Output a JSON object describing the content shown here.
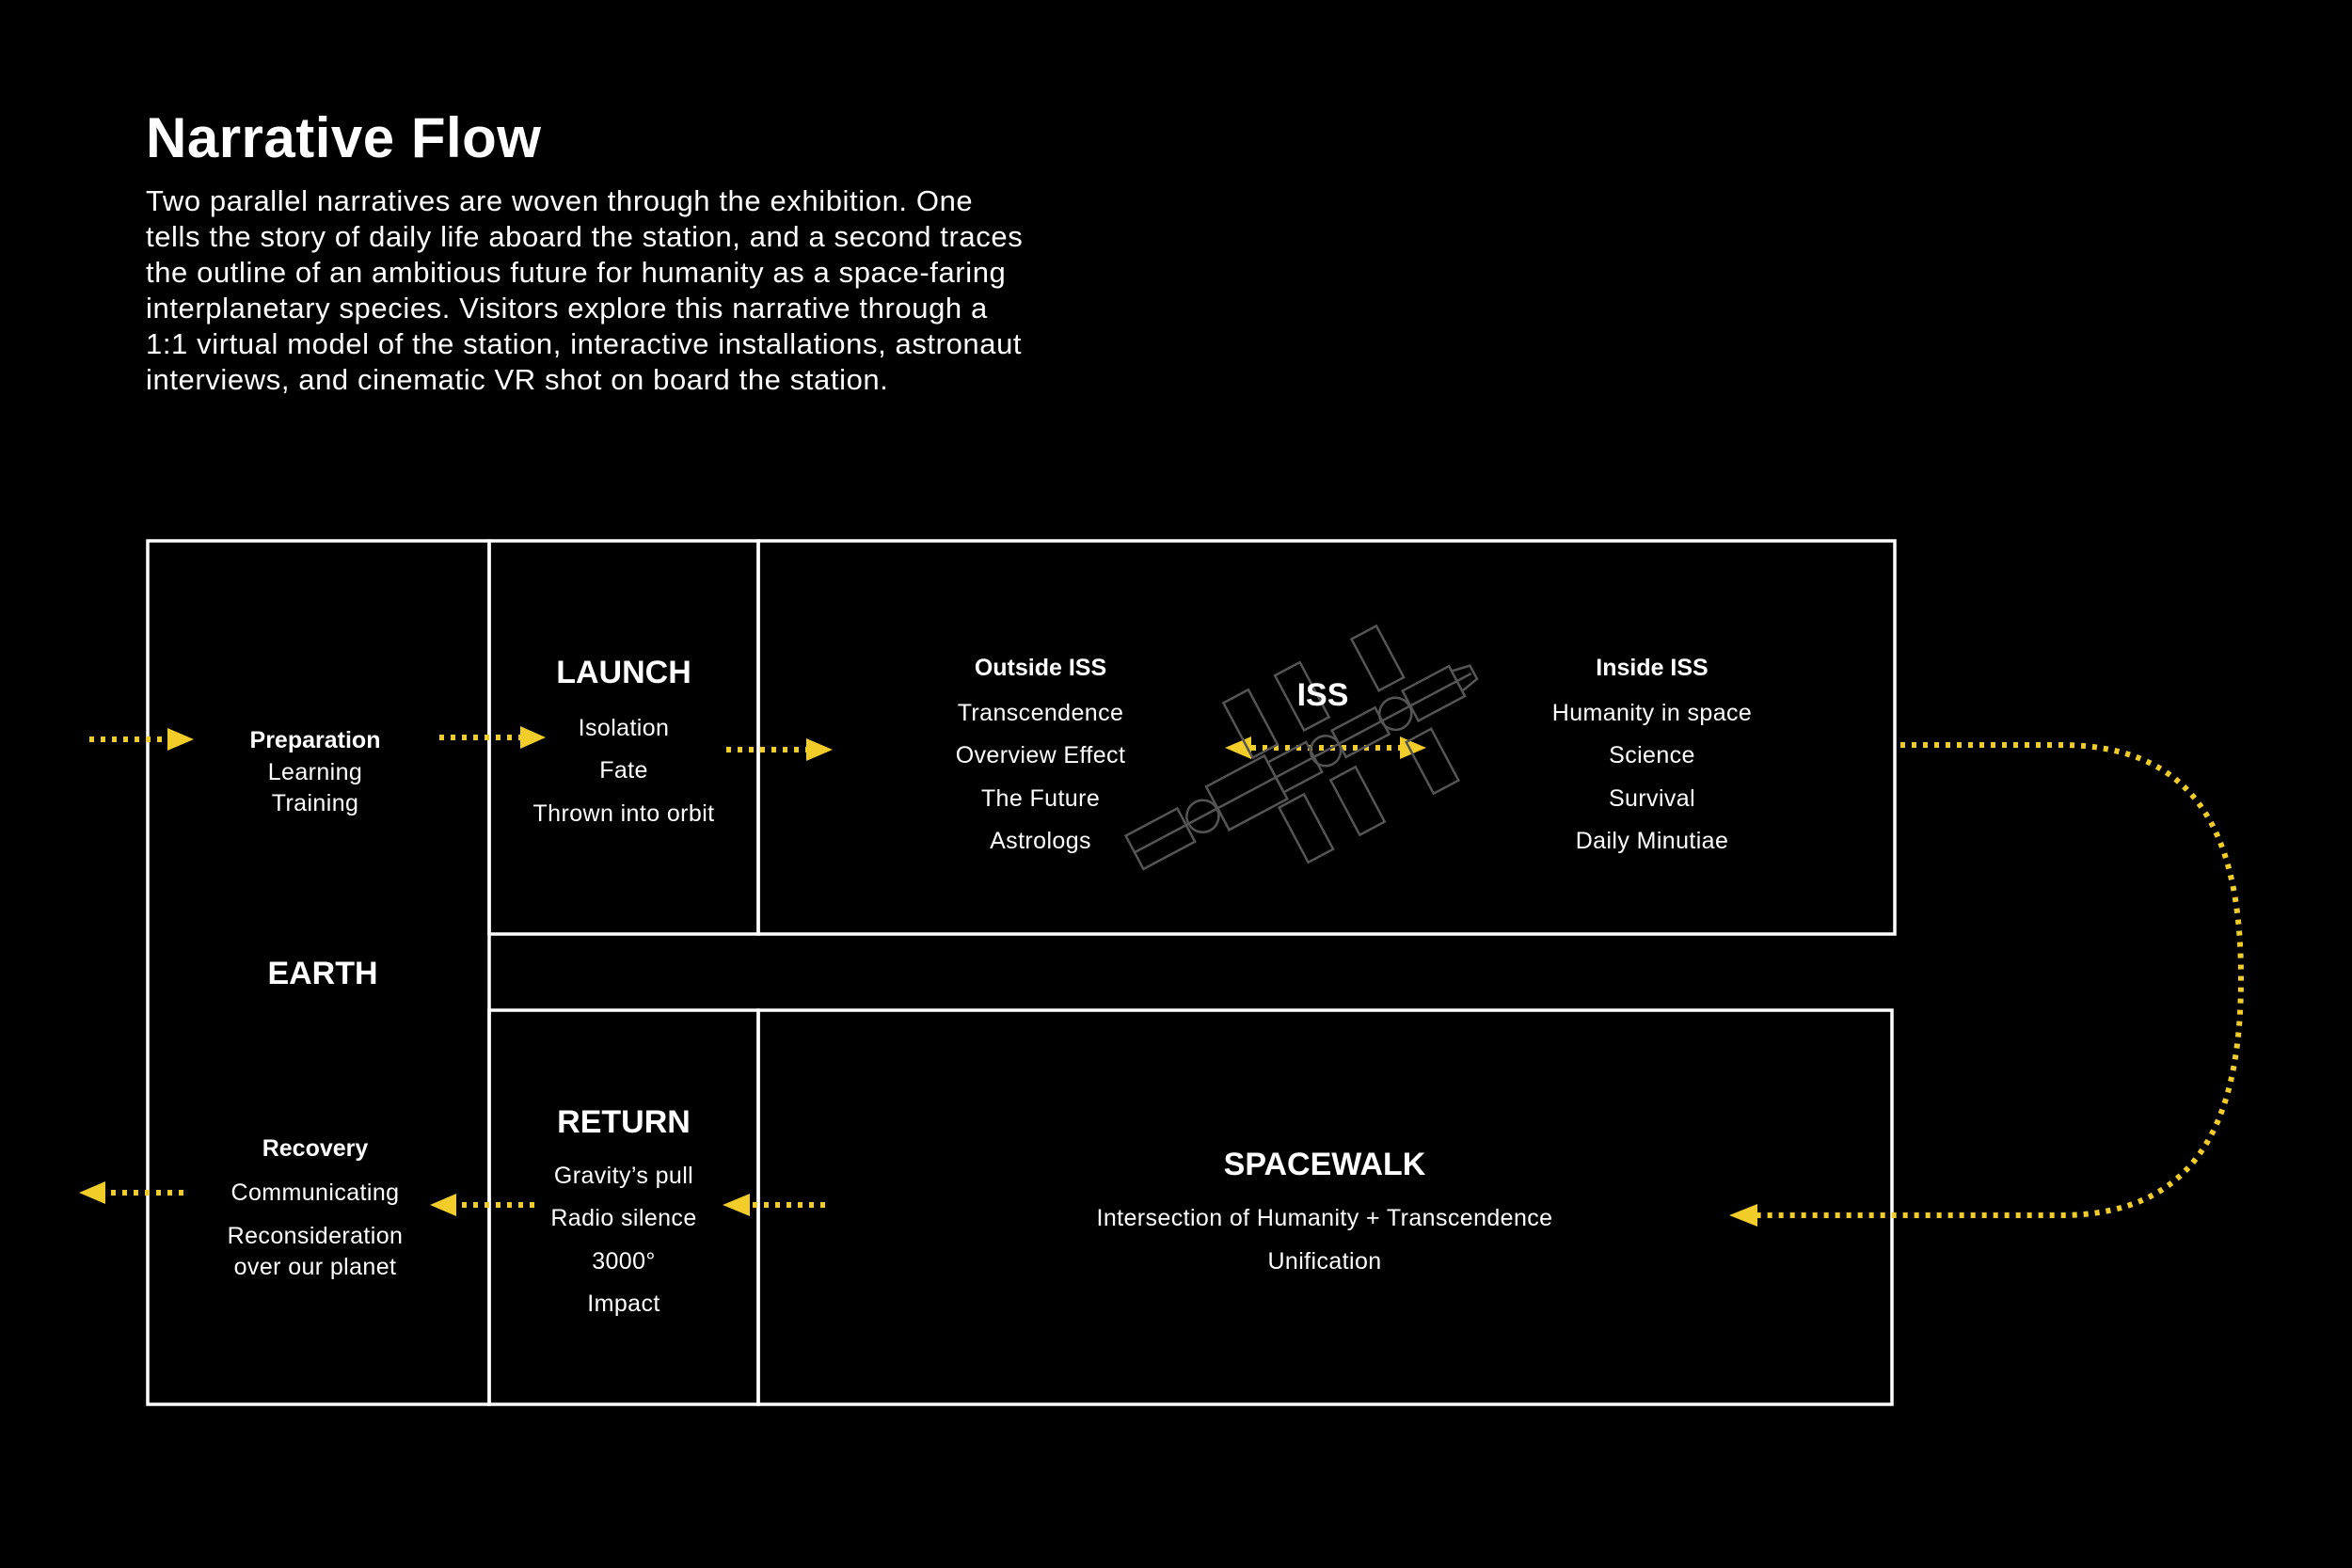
{
  "title": "Narrative Flow",
  "intro": [
    "Two parallel narratives are woven through the exhibition. One",
    "tells the story of daily life aboard the station, and a second traces",
    "the outline of an ambitious future for humanity as a space-faring",
    "interplanetary species. Visitors explore this narrative through a",
    "1:1 virtual model of the station, interactive installations, astronaut",
    "interviews, and cinematic VR shot on board the station."
  ],
  "accent_color": "#f2cd2a",
  "earth": {
    "label": "EARTH",
    "preparation": {
      "heading": "Preparation",
      "items": [
        "Learning",
        "Training"
      ]
    },
    "recovery": {
      "heading": "Recovery",
      "items": [
        "Communicating",
        "Reconsideration",
        "over our planet"
      ]
    }
  },
  "launch": {
    "label": "LAUNCH",
    "items": [
      "Isolation",
      "Fate",
      "Thrown into orbit"
    ]
  },
  "iss": {
    "label": "ISS",
    "icon": "space-station-icon",
    "outside": {
      "heading": "Outside ISS",
      "items": [
        "Transcendence",
        "Overview Effect",
        "The Future",
        "Astrologs"
      ]
    },
    "inside": {
      "heading": "Inside ISS",
      "items": [
        "Humanity in space",
        "Science",
        "Survival",
        "Daily Minutiae"
      ]
    }
  },
  "return": {
    "label": "RETURN",
    "items": [
      "Gravity’s pull",
      "Radio silence",
      "3000°",
      "Impact"
    ]
  },
  "spacewalk": {
    "label": "SPACEWALK",
    "items": [
      "Intersection of Humanity + Transcendence",
      "Unification"
    ]
  }
}
